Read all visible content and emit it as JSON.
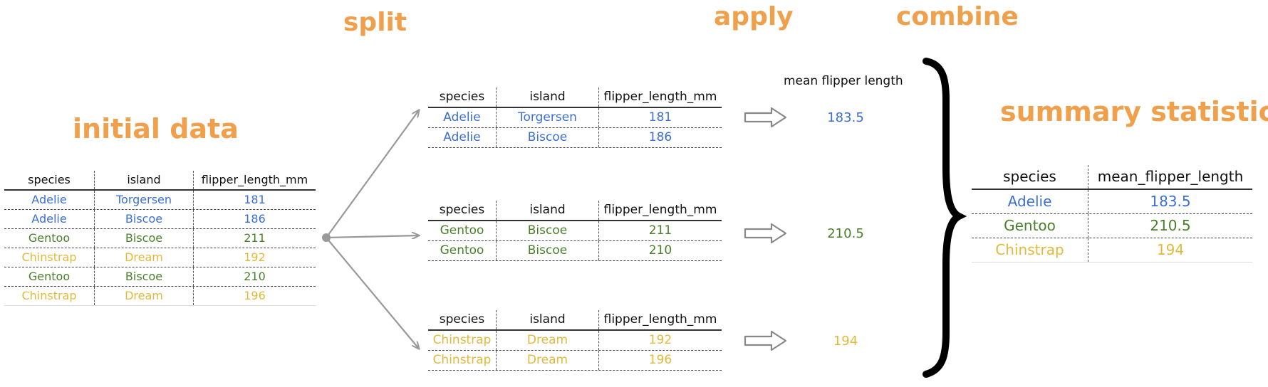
{
  "headings": {
    "split": "split",
    "apply": "apply",
    "combine": "combine",
    "initial": "initial data",
    "summary": "summary statistics"
  },
  "colors": {
    "heading": "#f0a04b",
    "Adelie": "#3b6fd4",
    "Gentoo": "#4a7f2a",
    "Chinstrap": "#e3b93a"
  },
  "icons": {
    "split_arrows": "arrow-right-icon",
    "apply_arrows": "hollow-arrow-right-icon",
    "combine": "curly-brace-icon"
  },
  "initial_table": {
    "columns": [
      "species",
      "island",
      "flipper_length_mm"
    ],
    "rows": [
      [
        "Adelie",
        "Torgersen",
        "181"
      ],
      [
        "Adelie",
        "Biscoe",
        "186"
      ],
      [
        "Gentoo",
        "Biscoe",
        "211"
      ],
      [
        "Chinstrap",
        "Dream",
        "192"
      ],
      [
        "Gentoo",
        "Biscoe",
        "210"
      ],
      [
        "Chinstrap",
        "Dream",
        "196"
      ]
    ]
  },
  "groups": [
    {
      "columns": [
        "species",
        "island",
        "flipper_length_mm"
      ],
      "rows": [
        [
          "Adelie",
          "Torgersen",
          "181"
        ],
        [
          "Adelie",
          "Biscoe",
          "186"
        ]
      ]
    },
    {
      "columns": [
        "species",
        "island",
        "flipper_length_mm"
      ],
      "rows": [
        [
          "Gentoo",
          "Biscoe",
          "211"
        ],
        [
          "Gentoo",
          "Biscoe",
          "210"
        ]
      ]
    },
    {
      "columns": [
        "species",
        "island",
        "flipper_length_mm"
      ],
      "rows": [
        [
          "Chinstrap",
          "Dream",
          "192"
        ],
        [
          "Chinstrap",
          "Dream",
          "196"
        ]
      ]
    }
  ],
  "apply": {
    "label": "mean flipper length",
    "values": [
      {
        "species": "Adelie",
        "value": "183.5"
      },
      {
        "species": "Gentoo",
        "value": "210.5"
      },
      {
        "species": "Chinstrap",
        "value": "194"
      }
    ]
  },
  "summary_table": {
    "columns": [
      "species",
      "mean_flipper_length"
    ],
    "rows": [
      [
        "Adelie",
        "183.5"
      ],
      [
        "Gentoo",
        "210.5"
      ],
      [
        "Chinstrap",
        "194"
      ]
    ]
  }
}
